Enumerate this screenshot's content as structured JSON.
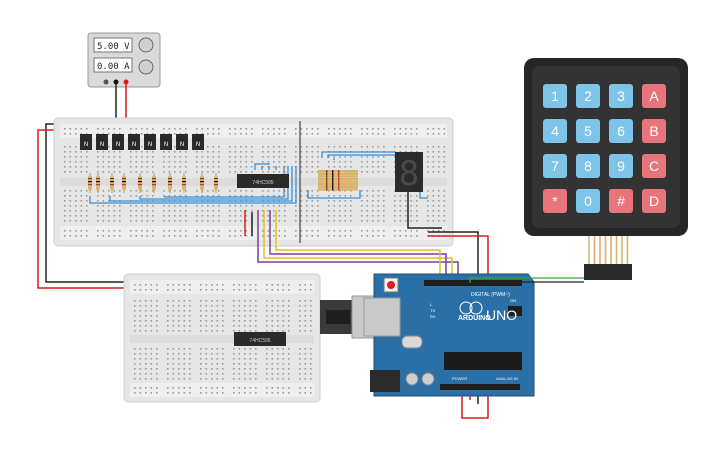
{
  "power_supply": {
    "voltage_display": "5.00 V",
    "current_display": "0.00 A"
  },
  "breadboard_main": {
    "transistor_label": "N",
    "transistor_count": 8,
    "chip_label": "74HC595"
  },
  "breadboard_secondary": {
    "chip_label": "74HC595"
  },
  "seven_segment": {
    "digit": "8"
  },
  "keypad": {
    "keys": [
      {
        "label": "1",
        "color": "#7ec3e8"
      },
      {
        "label": "2",
        "color": "#7ec3e8"
      },
      {
        "label": "3",
        "color": "#7ec3e8"
      },
      {
        "label": "A",
        "color": "#e8747c"
      },
      {
        "label": "4",
        "color": "#7ec3e8"
      },
      {
        "label": "5",
        "color": "#7ec3e8"
      },
      {
        "label": "6",
        "color": "#7ec3e8"
      },
      {
        "label": "B",
        "color": "#e8747c"
      },
      {
        "label": "7",
        "color": "#7ec3e8"
      },
      {
        "label": "8",
        "color": "#7ec3e8"
      },
      {
        "label": "9",
        "color": "#7ec3e8"
      },
      {
        "label": "C",
        "color": "#e8747c"
      },
      {
        "label": "*",
        "color": "#e8747c"
      },
      {
        "label": "0",
        "color": "#7ec3e8"
      },
      {
        "label": "#",
        "color": "#e8747c"
      },
      {
        "label": "D",
        "color": "#e8747c"
      }
    ]
  },
  "arduino": {
    "brand": "ARDUINO",
    "model": "UNO",
    "digital_label": "DIGITAL (PWM~)",
    "analog_label": "ANALOG IN",
    "power_label": "POWER",
    "tx_label": "TX",
    "rx_label": "RX",
    "l_label": "L",
    "on_label": "ON"
  },
  "colors": {
    "board_blue": "#2a6fa6",
    "breadboard": "#e9e9e9",
    "wire_red": "#d91e1e",
    "wire_black": "#222222",
    "wire_blue": "#3a8fd6",
    "wire_yellow": "#e2c21a",
    "wire_purple": "#7a3fa0",
    "wire_green": "#3aa63a"
  }
}
